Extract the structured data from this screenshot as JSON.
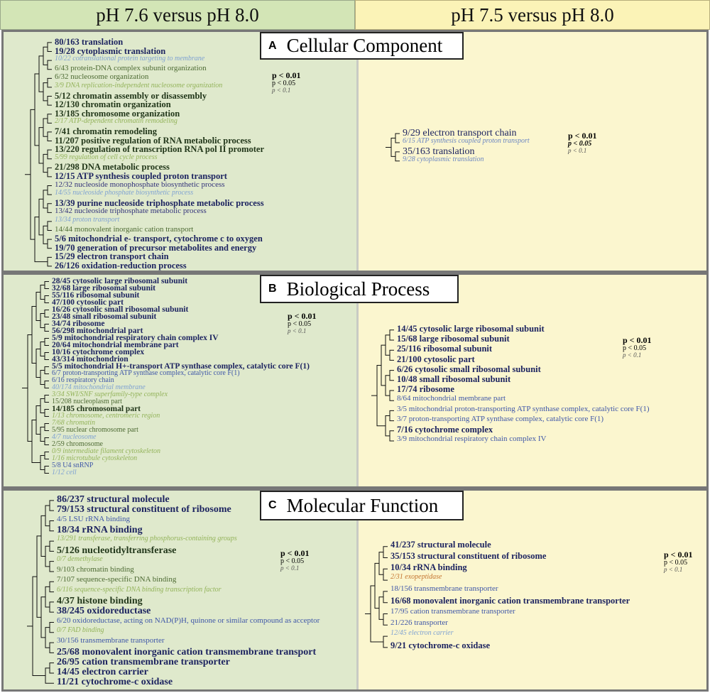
{
  "headers": {
    "left": "pH 7.6 versus pH 8.0",
    "right": "pH 7.5 versus pH 8.0"
  },
  "legend": {
    "p1": "p < 0.01",
    "p2": "p < 0.05",
    "p3": "p < 0.1"
  },
  "sections": {
    "A": {
      "letter": "A",
      "title": "Cellular Component",
      "left": [
        {
          "t": "80/163 translation",
          "s": "s1"
        },
        {
          "t": "19/28 cytoplasmic translation",
          "s": "s1"
        },
        {
          "t": "10/22 cotranslational protein targeting to membrane",
          "s": "lb"
        },
        {
          "t": "6/43 protein-DNA complex subunit organization",
          "s": "g2"
        },
        {
          "t": "6/32 nucleosome organization",
          "s": "g2"
        },
        {
          "t": "3/9 DNA replication-independent nucleosome organization",
          "s": "g3"
        },
        {
          "t": "5/12 chromatin assembly or disassembly",
          "s": "g1"
        },
        {
          "t": "12/130 chromatin organization",
          "s": "g1"
        },
        {
          "t": "13/185 chromosome organization",
          "s": "g1"
        },
        {
          "t": "2/17 ATP-dependent chromatin remodeling",
          "s": "g3"
        },
        {
          "t": "7/41 chromatin remodeling",
          "s": "g1"
        },
        {
          "t": "11/207 positive regulation of RNA metabolic process",
          "s": "g1"
        },
        {
          "t": "13/220 regulation of transcription RNA pol II promoter",
          "s": "g1"
        },
        {
          "t": "5/99 regulation of cell cycle process",
          "s": "g3"
        },
        {
          "t": "21/298 DNA metabolic process",
          "s": "g1"
        },
        {
          "t": "12/15 ATP synthesis coupled proton transport",
          "s": "s1"
        },
        {
          "t": "12/32 nucleoside monophosphate biosynthetic process",
          "s": "s2"
        },
        {
          "t": "14/55 nucleoside phosphate biosynthetic process",
          "s": "lb"
        },
        {
          "t": "13/39 purine nucleoside triphosphate metabolic process",
          "s": "s1"
        },
        {
          "t": "13/42 nucleoside triphosphate metabolic process",
          "s": "s2"
        },
        {
          "t": "13/34 proton transport",
          "s": "lb"
        },
        {
          "t": "14/44 monovalent inorganic cation transport",
          "s": "g2"
        },
        {
          "t": "5/6 mitochondrial e- transport, cytochrome c to oxygen",
          "s": "s1"
        },
        {
          "t": "19/70 generation of precursor metabolites and energy",
          "s": "s1"
        },
        {
          "t": "15/29 electron transport chain",
          "s": "s1"
        },
        {
          "t": "26/126 oxidation-reduction process",
          "s": "s1"
        }
      ],
      "right": [
        {
          "t": "9/29 electron transport chain",
          "s": "s1n"
        },
        {
          "t": "6/15 ATP synthesis coupled proton transport",
          "s": "s3"
        },
        {
          "t": "35/163 translation",
          "s": "s1n"
        },
        {
          "t": "9/28 cytoplasmic translation",
          "s": "s3"
        }
      ]
    },
    "B": {
      "letter": "B",
      "title": "Biological Process",
      "left": [
        {
          "t": "28/45 cytosolic large ribosomal subunit",
          "s": "s1"
        },
        {
          "t": "32/68 large ribosomal subunit",
          "s": "s1"
        },
        {
          "t": "55/116 ribosomal subunit",
          "s": "s1"
        },
        {
          "t": "47/100 cytosolic part",
          "s": "s1"
        },
        {
          "t": "16/26 cytosolic small ribosomal subunit",
          "s": "s1"
        },
        {
          "t": "23/48 small ribosomal subunit",
          "s": "s1"
        },
        {
          "t": "34/74 ribosome",
          "s": "s1"
        },
        {
          "t": "56/298 mitochondrial part",
          "s": "s1"
        },
        {
          "t": "5/9 mitochondrial respiratory chain complex IV",
          "s": "s1"
        },
        {
          "t": "20/64 mitochondrial membrane part",
          "s": "s1"
        },
        {
          "t": "10/16 cytochrome complex",
          "s": "s1"
        },
        {
          "t": "43/314 mitochondrion",
          "s": "s1"
        },
        {
          "t": "5/5 mitochondrial H+-transport ATP synthase complex, catalytic core F(1)",
          "s": "s1"
        },
        {
          "t": "6/7 proton-transporting ATP synthase complex, catalytic core F(1)",
          "s": "n2"
        },
        {
          "t": "6/16 respiratory chain",
          "s": "n2"
        },
        {
          "t": "40/174 mitochondrial membrane",
          "s": "lb"
        },
        {
          "t": "3/34 SWI/SNF superfamily-type complex",
          "s": "g3"
        },
        {
          "t": "15/208 nucleoplasm part",
          "s": "g2"
        },
        {
          "t": "14/185 chromosomal part",
          "s": "g1"
        },
        {
          "t": "1/13 chromosome, centromeric region",
          "s": "g3"
        },
        {
          "t": "7/68 chromatin",
          "s": "g3"
        },
        {
          "t": "5/95 nuclear chromosome part",
          "s": "g2"
        },
        {
          "t": "4/7 nucleosome",
          "s": "lb"
        },
        {
          "t": "2/59 chromosome",
          "s": "g2"
        },
        {
          "t": "0/9 intermediate filament cytoskeleton",
          "s": "g3"
        },
        {
          "t": "1/16 microtubule cytoskeleton",
          "s": "g3"
        },
        {
          "t": "5/8 U4 snRNP",
          "s": "n2"
        },
        {
          "t": "1/12 cell",
          "s": "lb"
        }
      ],
      "right": [
        {
          "t": "14/45 cytosolic large ribosomal subunit",
          "s": "s1"
        },
        {
          "t": "15/68 large ribosomal subunit",
          "s": "s1"
        },
        {
          "t": "25/116 ribosomal subunit",
          "s": "s1"
        },
        {
          "t": "21/100 cytosolic part",
          "s": "s1"
        },
        {
          "t": "6/26 cytosolic small ribosomal subunit",
          "s": "s1"
        },
        {
          "t": "10/48 small ribosomal subunit",
          "s": "s1"
        },
        {
          "t": "17/74 ribosome",
          "s": "s1"
        },
        {
          "t": "8/64 mitochondrial membrane part",
          "s": "n2"
        },
        {
          "t": "3/5 mitochondrial proton-transporting ATP synthase complex, catalytic core F(1)",
          "s": "n2"
        },
        {
          "t": "3/7 proton-transporting ATP synthase complex, catalytic core F(1)",
          "s": "n2"
        },
        {
          "t": "7/16 cytochrome complex",
          "s": "s1"
        },
        {
          "t": "3/9 mitochondrial respiratory chain complex IV",
          "s": "n2"
        }
      ]
    },
    "C": {
      "letter": "C",
      "title": "Molecular Function",
      "left": [
        {
          "t": "86/237 structural molecule",
          "s": "s1b"
        },
        {
          "t": "79/153 structural constituent of ribosome",
          "s": "s1b"
        },
        {
          "t": "4/5 LSU rRNA binding",
          "s": "n2"
        },
        {
          "t": "18/34 rRNA binding",
          "s": "s1b"
        },
        {
          "t": "13/291 transferase, transferring phosphorus-containing groups",
          "s": "g3"
        },
        {
          "t": "5/126 nucleotidyltransferase",
          "s": "g1b"
        },
        {
          "t": "0/7 demethylase",
          "s": "g3"
        },
        {
          "t": "9/103 chromatin binding",
          "s": "g2"
        },
        {
          "t": "7/107 sequence-specific DNA binding",
          "s": "g2"
        },
        {
          "t": "6/116 sequence-specific DNA binding transcription factor",
          "s": "g3"
        },
        {
          "t": "4/37 histone binding",
          "s": "g1b"
        },
        {
          "t": "38/245 oxidoreductase",
          "s": "s1b"
        },
        {
          "t": "6/20 oxidoreductase, acting on NAD(P)H, quinone or similar compound as acceptor",
          "s": "n2"
        },
        {
          "t": "0/7 FAD binding",
          "s": "g3"
        },
        {
          "t": "30/156 transmembrane transporter",
          "s": "n2"
        },
        {
          "t": "25/68 monovalent inorganic cation transmembrane transport",
          "s": "s1b"
        },
        {
          "t": "26/95 cation transmembrane transporter",
          "s": "s1b"
        },
        {
          "t": "14/45 electron carrier",
          "s": "s1b"
        },
        {
          "t": "11/21 cytochrome-c oxidase",
          "s": "s1b"
        }
      ],
      "right": [
        {
          "t": "41/237 structural molecule",
          "s": "s1"
        },
        {
          "t": "35/153 structural constituent of ribosome",
          "s": "s1"
        },
        {
          "t": "10/34 rRNA binding",
          "s": "s1"
        },
        {
          "t": "2/31 exopeptidase",
          "s": "or"
        },
        {
          "t": "18/156 transmembrane transporter",
          "s": "n2"
        },
        {
          "t": "16/68 monovalent inorganic cation transmembrane transporter",
          "s": "s1"
        },
        {
          "t": "17/95 cation transmembrane transporter",
          "s": "n2"
        },
        {
          "t": "21/226 transporter",
          "s": "n2"
        },
        {
          "t": "12/45 electron carrier",
          "s": "lb"
        },
        {
          "t": "9/21 cytochrome-c oxidase",
          "s": "s1"
        }
      ]
    }
  }
}
